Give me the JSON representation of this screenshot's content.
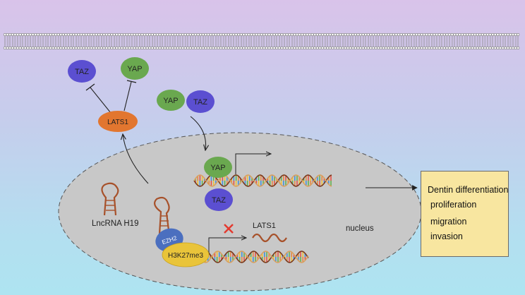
{
  "labels": {
    "taz_top": "TAZ",
    "yap_top": "YAP",
    "lats1": "LATS1",
    "yap_mid": "YAP",
    "taz_mid": "TAZ",
    "yap_nuc": "YAP",
    "taz_nuc": "TAZ",
    "ezh2": "EZH2",
    "h3k27me3": "H3K27me3",
    "lats1_gene": "LATS1",
    "lncrna": "LncRNA H19",
    "nucleus": "nucleus"
  },
  "outcome_box": {
    "title": "Dentin differentiation",
    "items": [
      "proliferation",
      "migration",
      "invasion"
    ]
  },
  "colors": {
    "yap": "#6aa84f",
    "taz": "#5b4fd1",
    "lats1": "#e2762f",
    "ezh2": "#4b6fbf",
    "h3k27me3": "#e9c43a",
    "nucleus": "#c8c8c8",
    "rna": "#a7512a",
    "inhibit_x": "#e33a2f"
  }
}
